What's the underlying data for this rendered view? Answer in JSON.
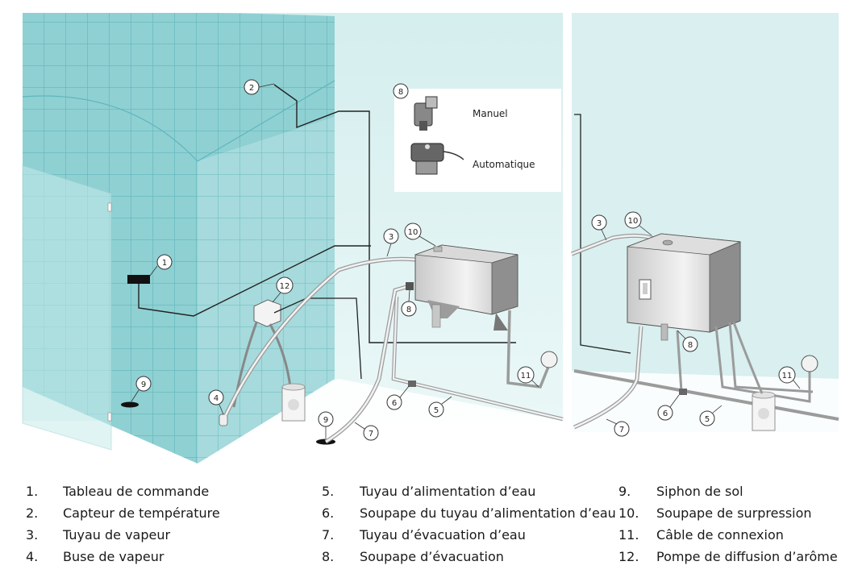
{
  "inset": {
    "valve_label": "8",
    "manual_label": "Manuel",
    "automatic_label": "Automatique"
  },
  "callouts": {
    "c1": "1",
    "c2": "2",
    "c3a": "3",
    "c10a": "10",
    "c12": "12",
    "c8a": "8",
    "c4": "4",
    "c9a": "9",
    "c9b": "9",
    "c7a": "7",
    "c6a": "6",
    "c5a": "5",
    "c11a": "11",
    "c3b": "3",
    "c10b": "10",
    "c8b": "8",
    "c11b": "11",
    "c6b": "6",
    "c5b": "5",
    "c7b": "7"
  },
  "legend": [
    [
      {
        "num": "1.",
        "label": "Tableau de commande"
      },
      {
        "num": "2.",
        "label": "Capteur de température"
      },
      {
        "num": "3.",
        "label": "Tuyau de vapeur"
      },
      {
        "num": "4.",
        "label": "Buse de vapeur"
      }
    ],
    [
      {
        "num": "5.",
        "label": "Tuyau d’alimentation d’eau"
      },
      {
        "num": "6.",
        "label": "Soupape du tuyau d’alimentation d’eau"
      },
      {
        "num": "7.",
        "label": "Tuyau d’évacuation d’eau"
      },
      {
        "num": "8.",
        "label": "Soupape d’évacuation"
      }
    ],
    [
      {
        "num": "9.",
        "label": "Siphon de sol"
      },
      {
        "num": "10.",
        "label": "Soupape de surpression"
      },
      {
        "num": "11.",
        "label": "Câble de connexion"
      },
      {
        "num": "12.",
        "label": "Pompe de diffusion d’arôme"
      }
    ]
  ]
}
